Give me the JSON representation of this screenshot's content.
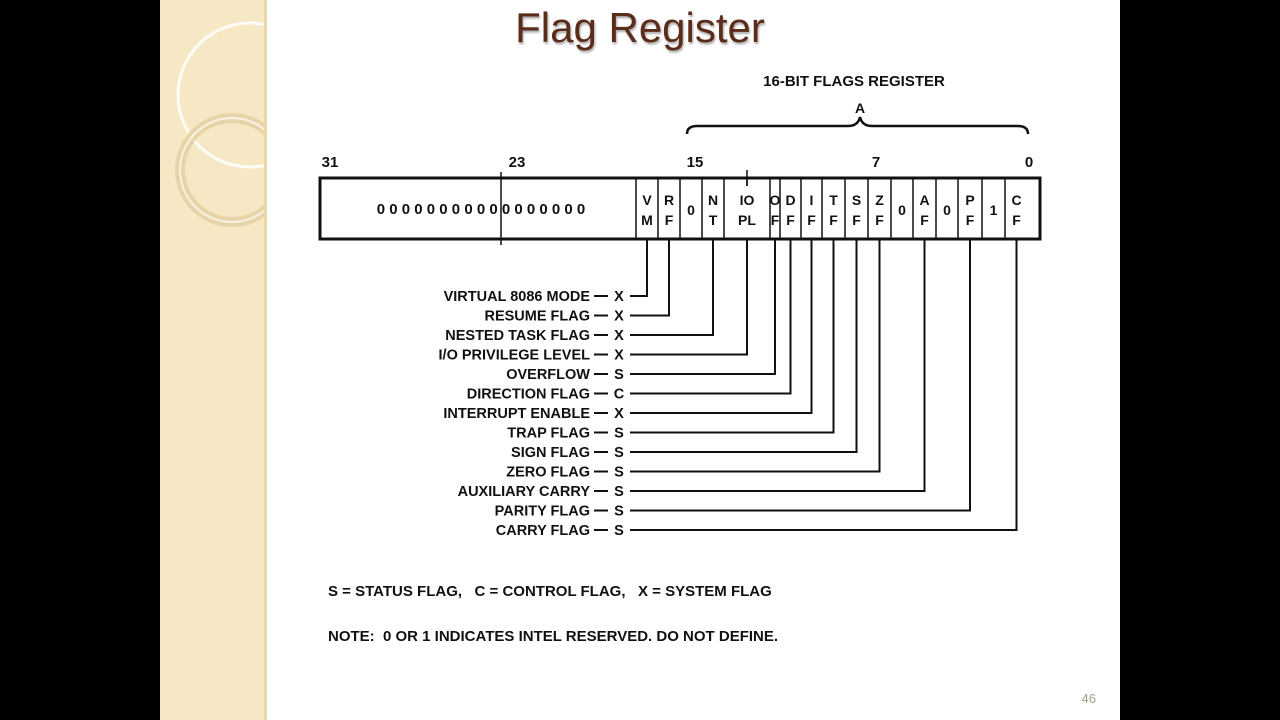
{
  "slide": {
    "title": "Flag Register",
    "page_number": "46"
  },
  "register": {
    "title": "16-BIT FLAGS REGISTER",
    "brace_label": "A",
    "bit_numbers": [
      "31",
      "23",
      "15",
      "7",
      "0"
    ],
    "reserved_zeros": "0 0 0 0 0 0 0 0 0 0 0 0 0 0 0 0 0",
    "cells": [
      {
        "top": "V",
        "bottom": "M"
      },
      {
        "top": "R",
        "bottom": "F"
      },
      {
        "top": "0",
        "bottom": ""
      },
      {
        "top": "N",
        "bottom": "T"
      },
      {
        "top": "IO",
        "bottom": "PL"
      },
      {
        "top": "O",
        "bottom": "F"
      },
      {
        "top": "D",
        "bottom": "F"
      },
      {
        "top": "I",
        "bottom": "F"
      },
      {
        "top": "T",
        "bottom": "F"
      },
      {
        "top": "S",
        "bottom": "F"
      },
      {
        "top": "Z",
        "bottom": "F"
      },
      {
        "top": "0",
        "bottom": ""
      },
      {
        "top": "A",
        "bottom": "F"
      },
      {
        "top": "0",
        "bottom": ""
      },
      {
        "top": "P",
        "bottom": "F"
      },
      {
        "top": "1",
        "bottom": ""
      },
      {
        "top": "C",
        "bottom": "F"
      }
    ]
  },
  "flags": [
    {
      "name": "VIRTUAL 8086 MODE",
      "type": "X"
    },
    {
      "name": "RESUME FLAG",
      "type": "X"
    },
    {
      "name": "NESTED TASK FLAG",
      "type": "X"
    },
    {
      "name": "I/O PRIVILEGE LEVEL",
      "type": "X"
    },
    {
      "name": "OVERFLOW",
      "type": "S"
    },
    {
      "name": "DIRECTION FLAG",
      "type": "C"
    },
    {
      "name": "INTERRUPT ENABLE",
      "type": "X"
    },
    {
      "name": "TRAP FLAG",
      "type": "S"
    },
    {
      "name": "SIGN FLAG",
      "type": "S"
    },
    {
      "name": "ZERO FLAG",
      "type": "S"
    },
    {
      "name": "AUXILIARY CARRY",
      "type": "S"
    },
    {
      "name": "PARITY FLAG",
      "type": "S"
    },
    {
      "name": "CARRY FLAG",
      "type": "S"
    }
  ],
  "legend": "S = STATUS FLAG,   C = CONTROL FLAG,   X = SYSTEM FLAG",
  "note": "NOTE:  0 OR 1 INDICATES INTEL RESERVED. DO NOT DEFINE."
}
